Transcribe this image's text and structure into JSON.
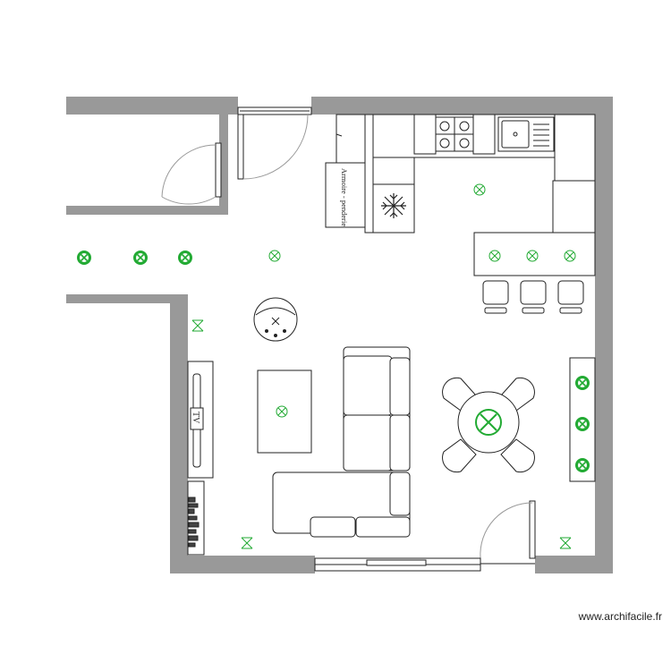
{
  "plan": {
    "labels": {
      "cabinet": "Armoire - penderie",
      "tv": "TV"
    },
    "watermark": "www.archifacile.fr",
    "colors": {
      "wall": "#999999",
      "furniture_stroke": "#222222",
      "light_green": "#22aa33",
      "background": "#ffffff"
    },
    "icons": [
      "light-fixture-icon",
      "wall-light-icon",
      "snowflake-icon",
      "cooktop-icon",
      "sink-icon",
      "door-swing-icon"
    ]
  }
}
